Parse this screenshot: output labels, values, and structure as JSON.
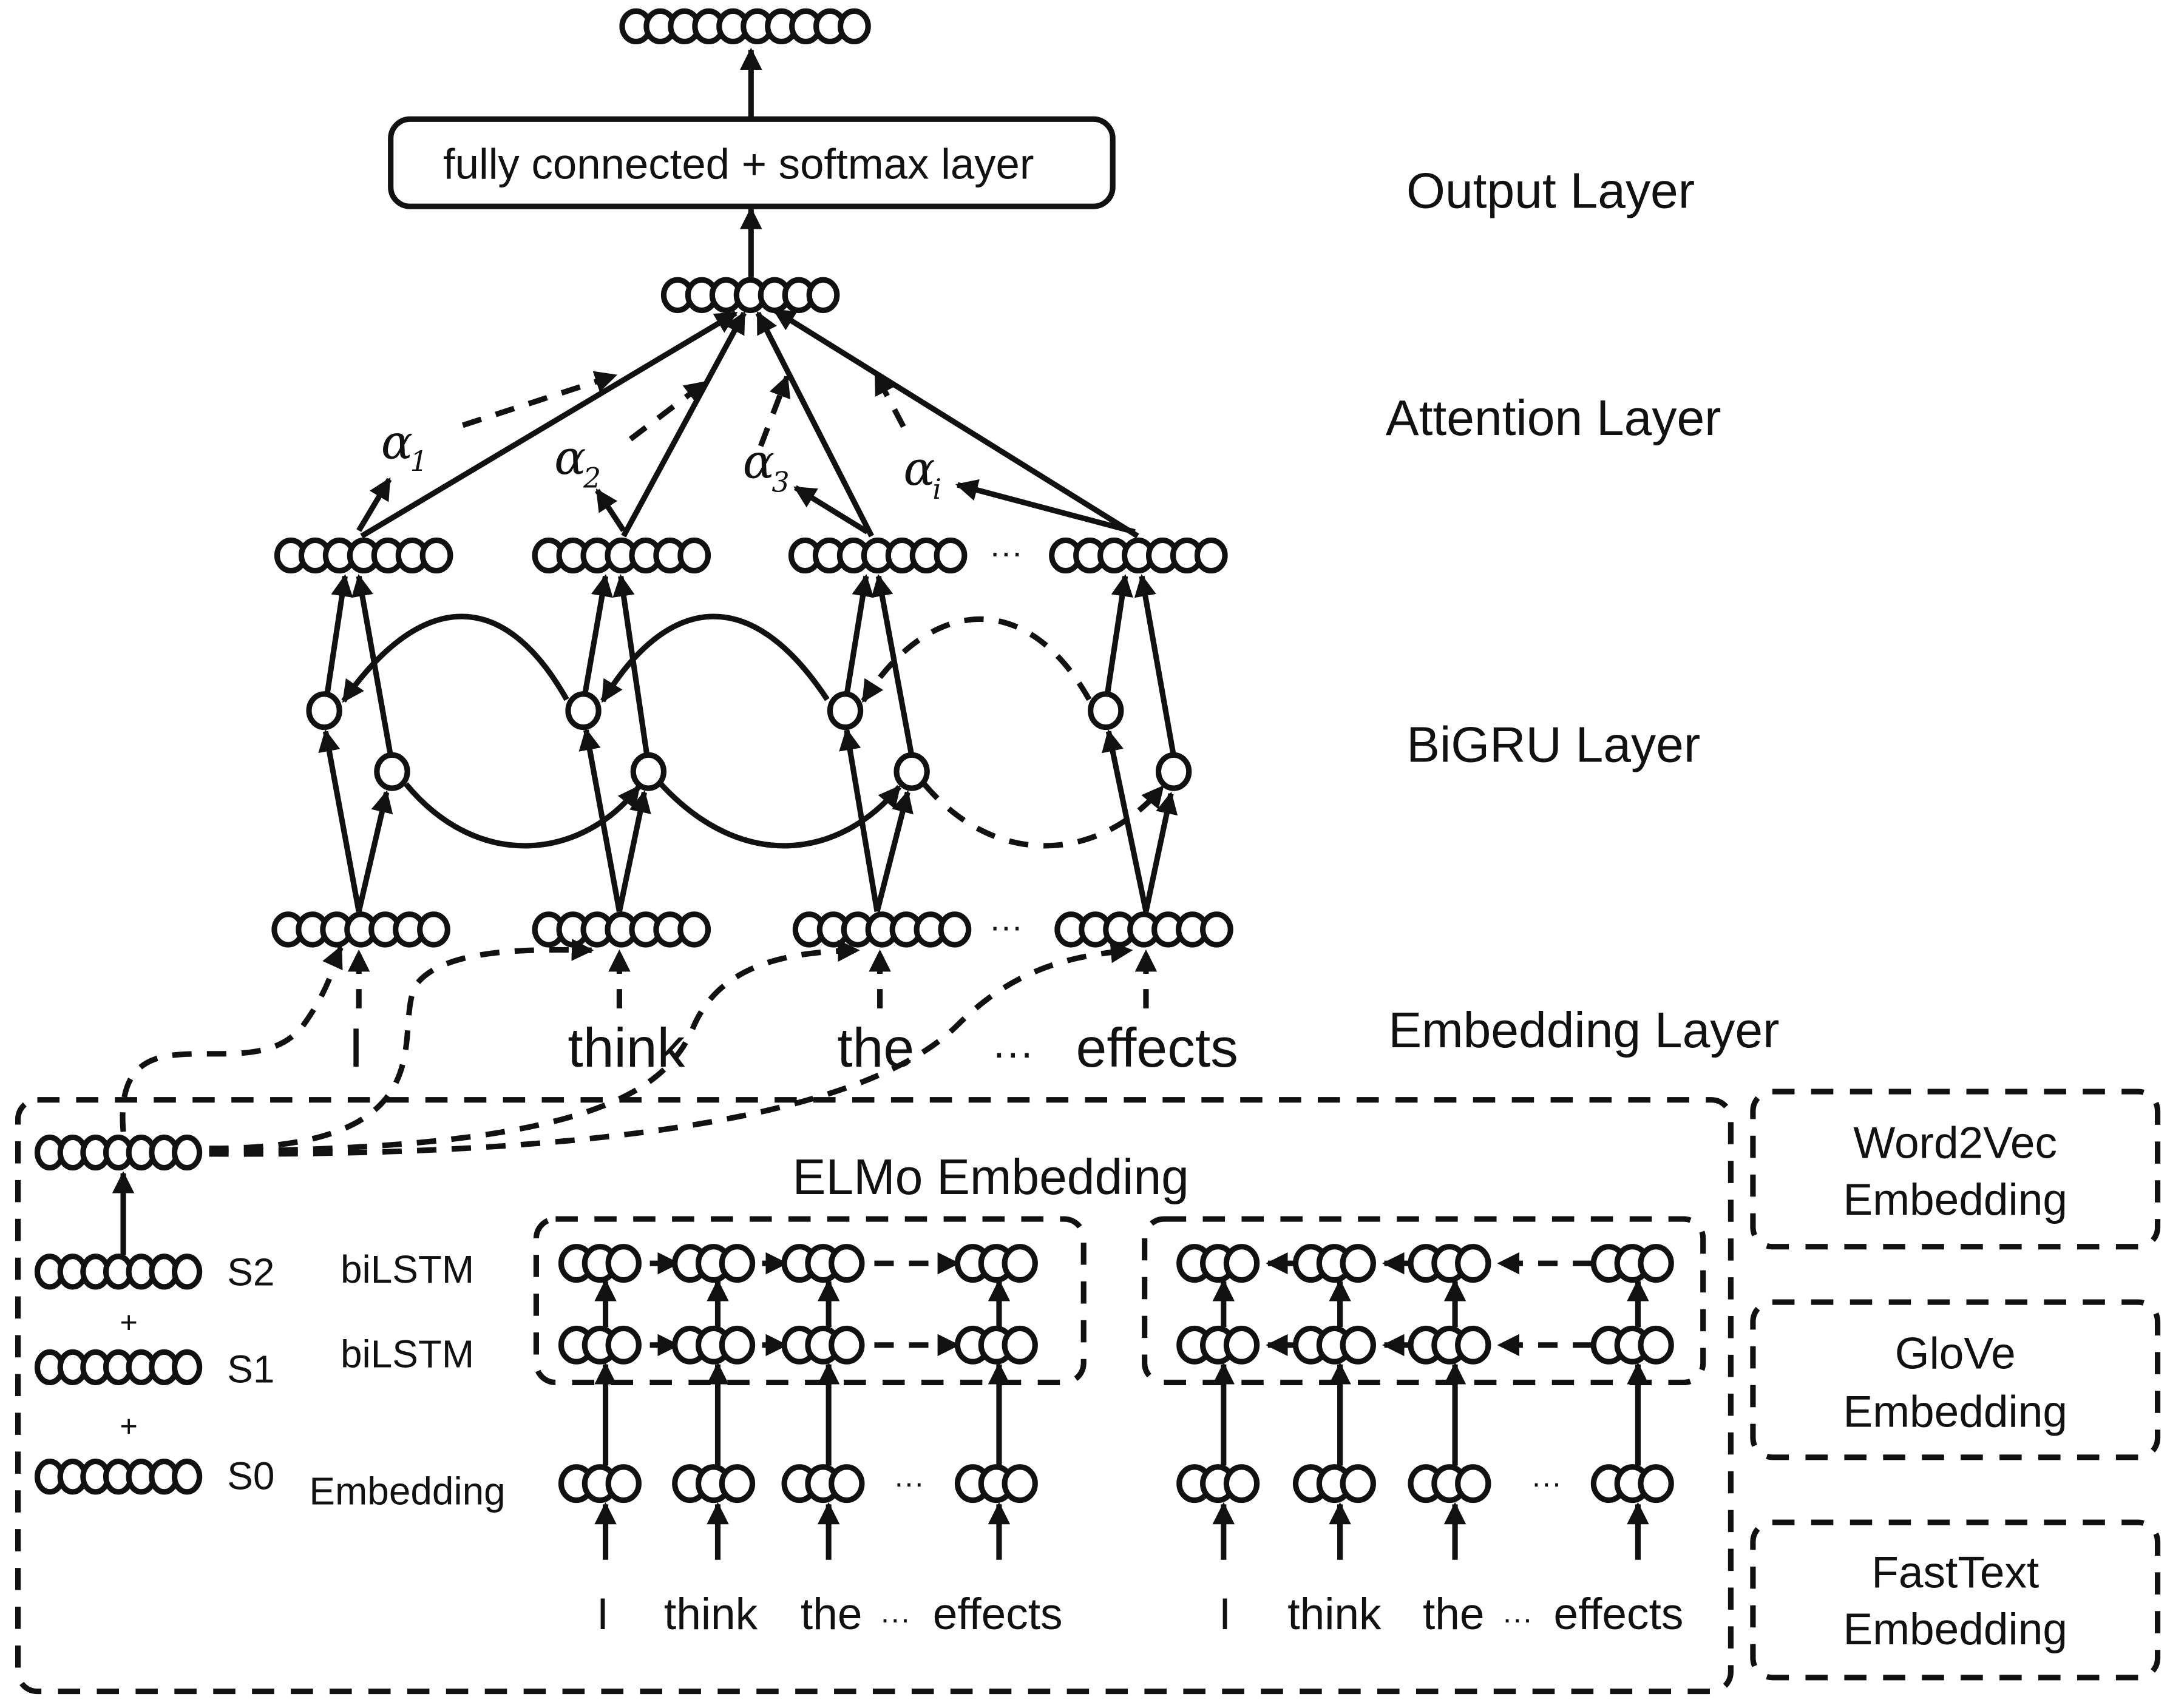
{
  "layers": {
    "output": "Output Layer",
    "attention": "Attention Layer",
    "bigru": "BiGRU Layer",
    "embedding": "Embedding Layer"
  },
  "output_box": "fully connected + softmax layer",
  "attention_weights": [
    {
      "base": "α",
      "sub": "1"
    },
    {
      "base": "α",
      "sub": "2"
    },
    {
      "base": "α",
      "sub": "3"
    },
    {
      "base": "α",
      "sub": "i"
    }
  ],
  "ellipsis": "···",
  "input_words": [
    "I",
    "think",
    "the",
    "···",
    "effects"
  ],
  "elmo": {
    "title": "ELMo Embedding",
    "stack_labels": [
      "S2",
      "+",
      "S1",
      "+",
      "S0"
    ],
    "row_labels": [
      "biLSTM",
      "biLSTM",
      "Embedding"
    ],
    "forward_words": [
      "I",
      "think",
      "the",
      "···",
      "effects"
    ],
    "backward_words": [
      "I",
      "think",
      "the",
      "···",
      "effects"
    ]
  },
  "other_embeddings": [
    {
      "line1": "Word2Vec",
      "line2": "Embedding"
    },
    {
      "line1": "GloVe",
      "line2": "Embedding"
    },
    {
      "line1": "FastText",
      "line2": "Embedding"
    }
  ]
}
